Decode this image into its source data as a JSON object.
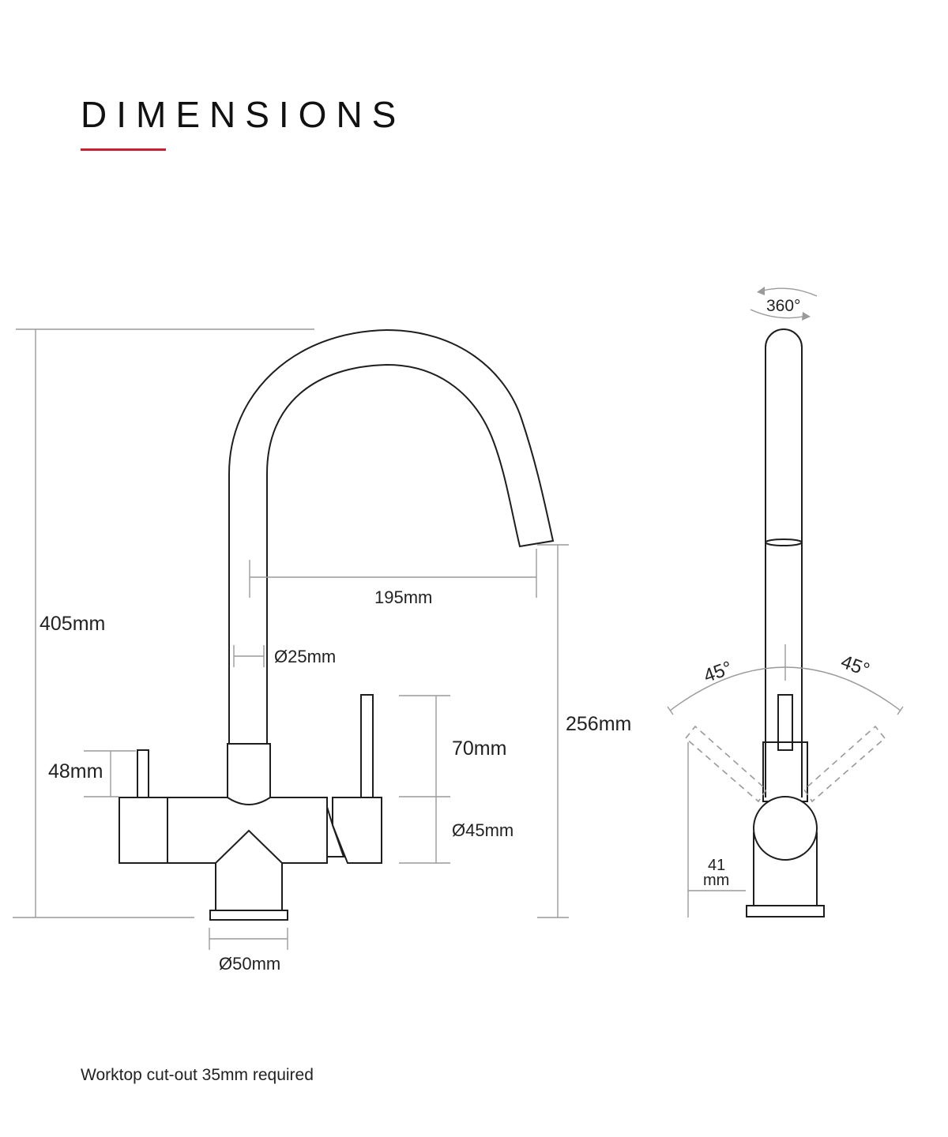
{
  "header": {
    "title": "DIMENSIONS",
    "accent_color": "#c8202f"
  },
  "front_view": {
    "height_total": "405mm",
    "reach": "195mm",
    "spout_diameter": "Ø25mm",
    "spout_height": "256mm",
    "left_handle_height": "48mm",
    "right_handle_height": "70mm",
    "body_diameter": "Ø45mm",
    "base_diameter": "Ø50mm"
  },
  "side_view": {
    "rotation": "360°",
    "lever_angle_left": "45°",
    "lever_angle_right": "45°",
    "base_depth_value": "41",
    "base_depth_unit": "mm"
  },
  "footer": {
    "note": "Worktop cut-out 35mm required"
  }
}
